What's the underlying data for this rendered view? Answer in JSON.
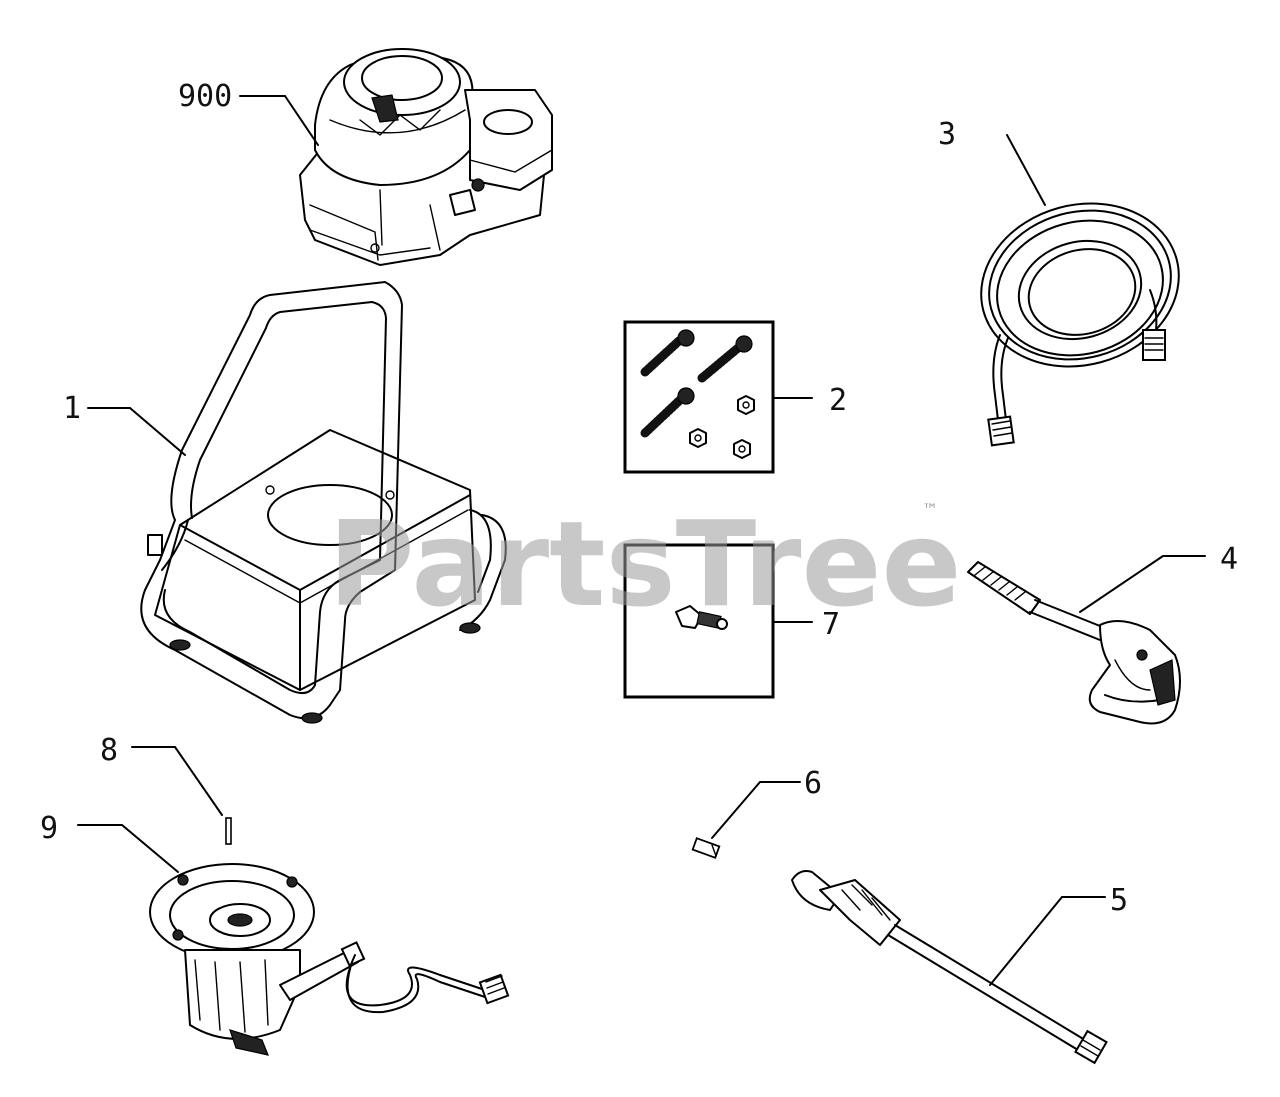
{
  "watermark": {
    "text": "PartsTree",
    "tm": "™"
  },
  "callouts": {
    "engine": "900",
    "frame": "1",
    "hardware_kit": "2",
    "hose": "3",
    "spray_gun": "4",
    "wand": "5",
    "nozzle": "6",
    "quick_coupler": "7",
    "pin": "8",
    "pump": "9"
  }
}
